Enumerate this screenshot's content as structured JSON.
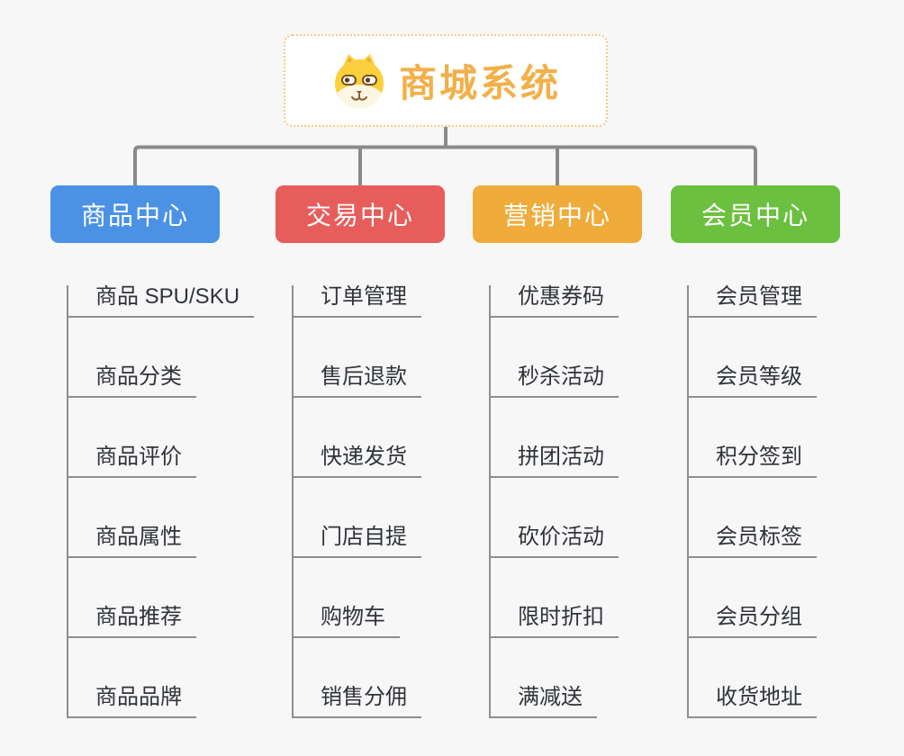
{
  "root": {
    "title": "商城系统",
    "icon": "dog-icon"
  },
  "branches": [
    {
      "label": "商品中心",
      "color": "#4b92e5",
      "items": [
        "商品 SPU/SKU",
        "商品分类",
        "商品评价",
        "商品属性",
        "商品推荐",
        "商品品牌"
      ]
    },
    {
      "label": "交易中心",
      "color": "#e65d5b",
      "items": [
        "订单管理",
        "售后退款",
        "快递发货",
        "门店自提",
        "购物车",
        "销售分佣"
      ]
    },
    {
      "label": "营销中心",
      "color": "#efac3b",
      "items": [
        "优惠券码",
        "秒杀活动",
        "拼团活动",
        "砍价活动",
        "限时折扣",
        "满减送"
      ]
    },
    {
      "label": "会员中心",
      "color": "#6cc03f",
      "items": [
        "会员管理",
        "会员等级",
        "积分签到",
        "会员标签",
        "会员分组",
        "收货地址"
      ]
    }
  ],
  "colors": {
    "background": "#f7f7f8",
    "root_title": "#f2b04a",
    "root_border": "#f6c97e",
    "connector": "#8a8a8a",
    "item_line": "#8e8e8e",
    "item_text": "#2f3338"
  }
}
